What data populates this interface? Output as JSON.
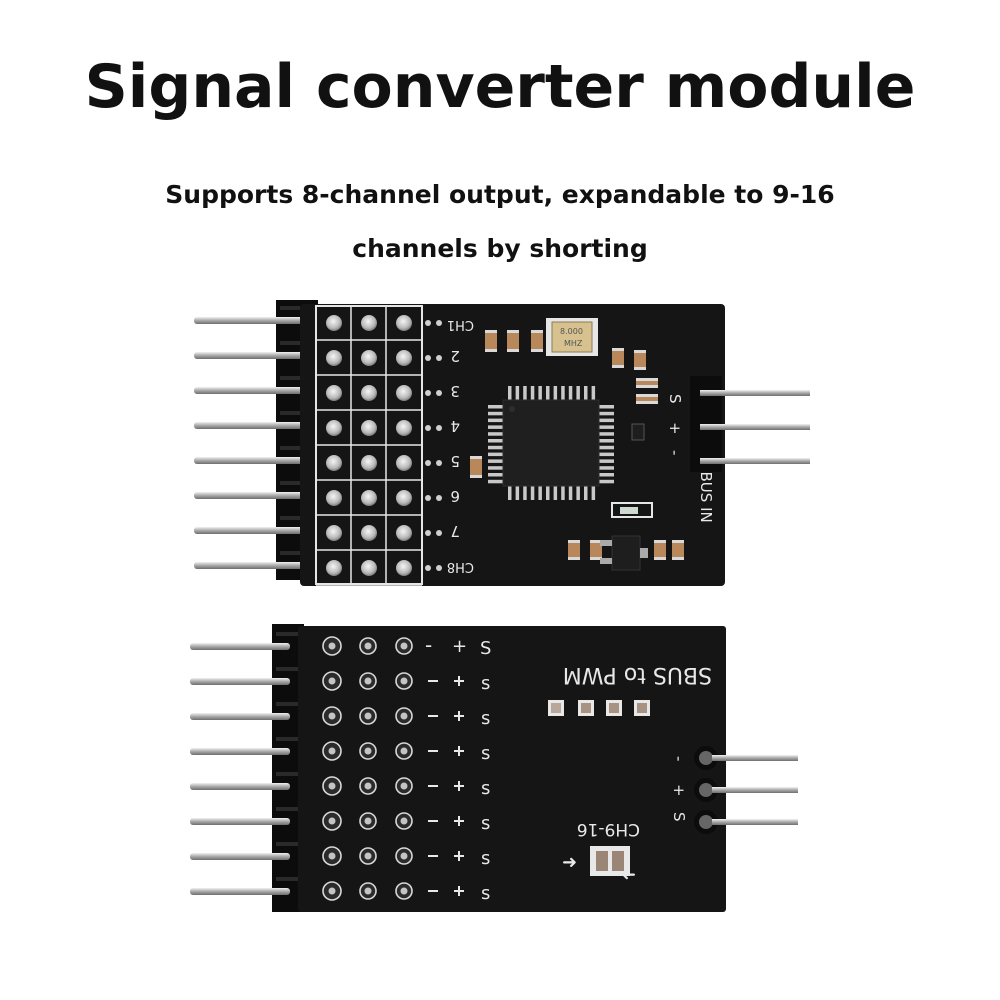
{
  "title": "Signal converter module",
  "subtitle": "Supports 8-channel output, expandable to 9-16 channels by shorting",
  "top_board": {
    "channel_labels": [
      "CH1",
      "2",
      "3",
      "4",
      "5",
      "6",
      "7",
      "CH8"
    ],
    "crystal_label_line1": "8.000",
    "crystal_label_line2": "MHZ",
    "pin_labels": [
      "S",
      "+",
      "-"
    ],
    "input_label": "SBUS IN"
  },
  "bottom_board": {
    "row_labels": [
      "-",
      "+",
      "S"
    ],
    "board_label": "SBUS to PWM",
    "pin_labels": [
      "-",
      "+",
      "S"
    ],
    "jumper_label": "CH9-16",
    "arrow_left": "➜",
    "arrow_right": "➜"
  },
  "colors": {
    "pcb": "#151515",
    "silkscreen": "#e8e8e8",
    "pin_metal": "#b9b9b9",
    "background": "#ffffff"
  }
}
